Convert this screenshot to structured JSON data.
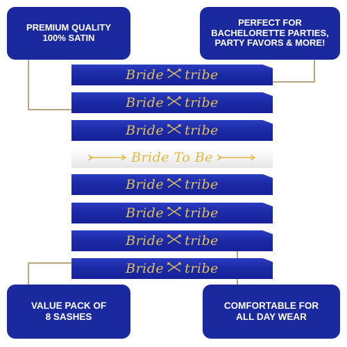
{
  "callouts": {
    "top_left": [
      "PREMIUM QUALITY",
      "100% SATIN"
    ],
    "top_right": [
      "PERFECT FOR",
      "BACHELORETTE PARTIES,",
      "PARTY FAVORS & MORE!"
    ],
    "bottom_left": [
      "VALUE PACK OF",
      "8 SASHES"
    ],
    "bottom_right": [
      "COMFORTABLE FOR",
      "ALL DAY WEAR"
    ]
  },
  "sashes": [
    {
      "text": "Bride",
      "text2": "tribe",
      "variant": "blue",
      "icon": "crossed-arrows-icon"
    },
    {
      "text": "Bride",
      "text2": "tribe",
      "variant": "blue",
      "icon": "crossed-arrows-icon"
    },
    {
      "text": "Bride",
      "text2": "tribe",
      "variant": "blue",
      "icon": "crossed-arrows-icon"
    },
    {
      "text": "Bride To Be",
      "text2": "",
      "variant": "white",
      "icon": "arrow-icon"
    },
    {
      "text": "Bride",
      "text2": "tribe",
      "variant": "blue",
      "icon": "crossed-arrows-icon"
    },
    {
      "text": "Bride",
      "text2": "tribe",
      "variant": "blue",
      "icon": "crossed-arrows-icon"
    },
    {
      "text": "Bride",
      "text2": "tribe",
      "variant": "blue",
      "icon": "crossed-arrows-icon"
    },
    {
      "text": "Bride",
      "text2": "tribe",
      "variant": "blue",
      "icon": "crossed-arrows-icon"
    }
  ],
  "colors": {
    "callout_blue": "#1a2a9e",
    "sash_blue": "#1b2aa6",
    "gold": "#e2c25a",
    "connector": "#b9a57a"
  }
}
